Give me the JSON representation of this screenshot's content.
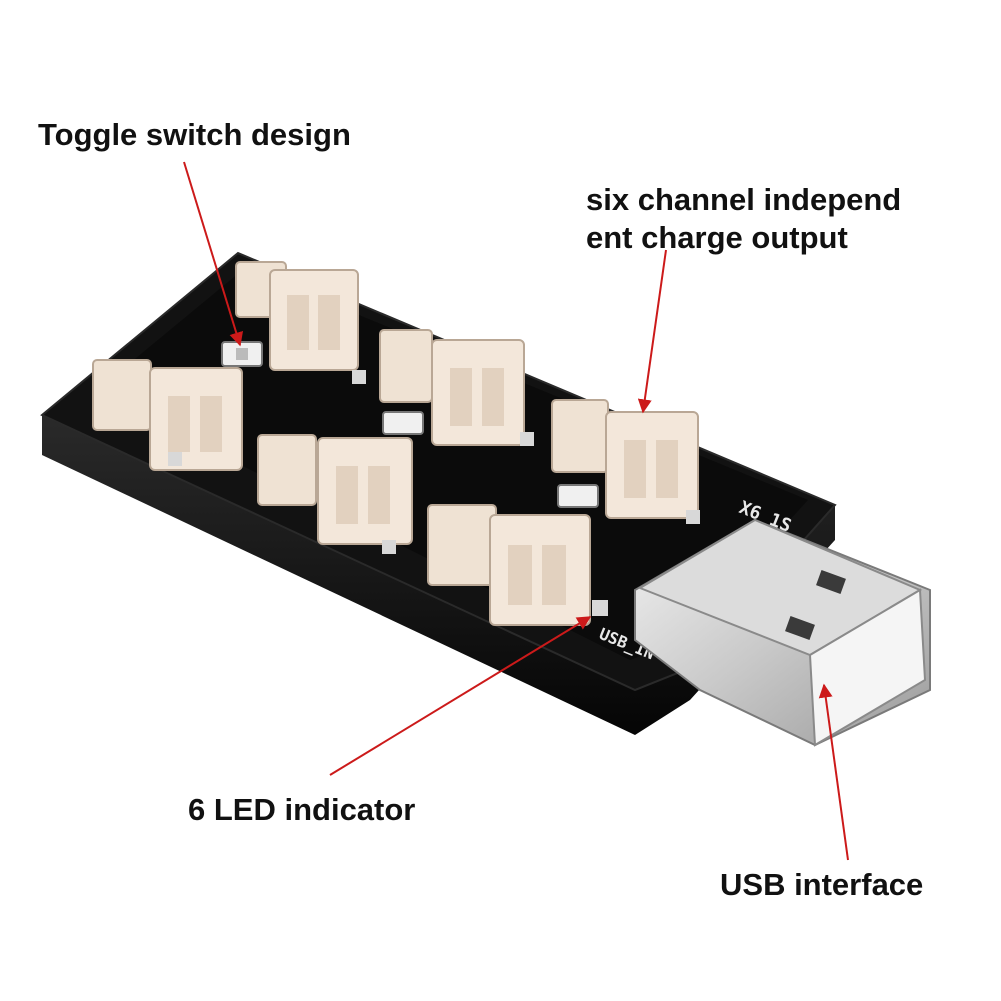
{
  "callouts": {
    "toggle_switch": "Toggle switch design",
    "six_channel_line1": "six channel independ",
    "six_channel_line2": "ent charge output",
    "led_indicator": "6 LED indicator",
    "usb_interface": "USB interface"
  },
  "board_silkscreen": {
    "model": "X6  1S",
    "usb_label": "USB_IN"
  },
  "colors": {
    "arrow": "#cc1a1a",
    "board": "#111111",
    "connector": "#efe2d3"
  }
}
